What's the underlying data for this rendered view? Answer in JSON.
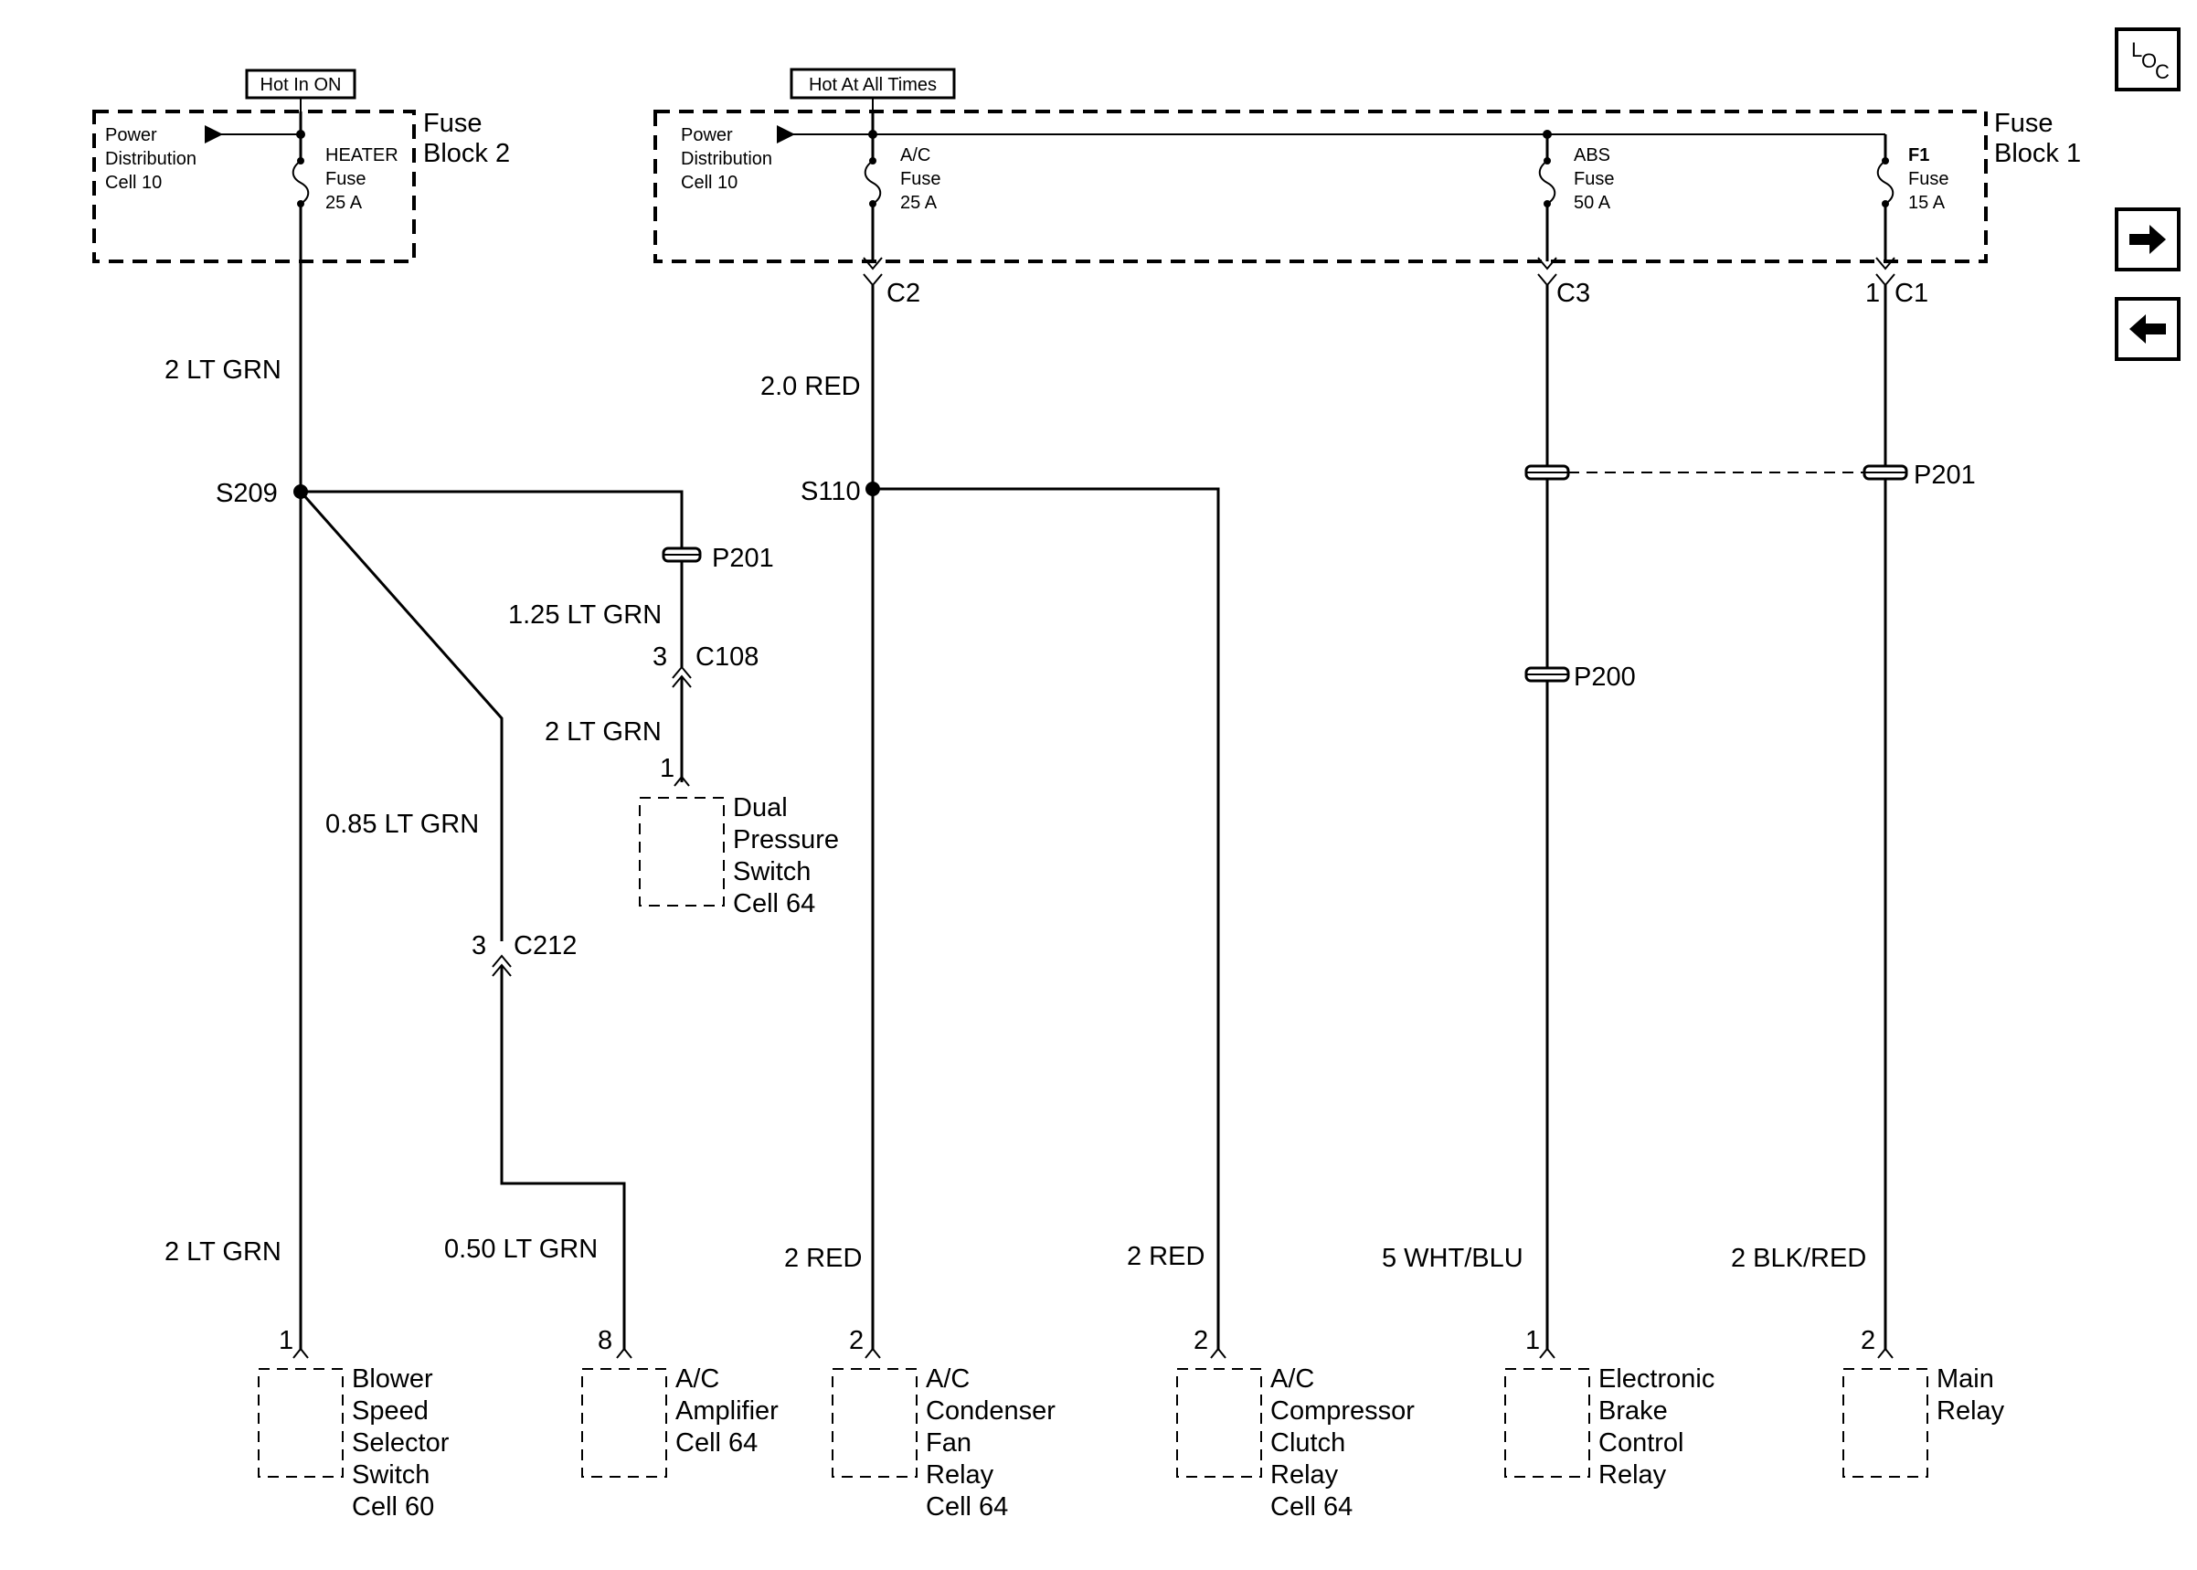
{
  "hot_labels": {
    "left": "Hot In ON",
    "right": "Hot At All Times"
  },
  "fuse_block2": {
    "title_line1": "Fuse",
    "title_line2": "Block 2",
    "pd_line1": "Power",
    "pd_line2": "Distribution",
    "pd_line3": "Cell 10",
    "fuse_name": "HEATER",
    "fuse_word": "Fuse",
    "fuse_amp": "25 A"
  },
  "fuse_block1": {
    "title_line1": "Fuse",
    "title_line2": "Block 1",
    "pd_line1": "Power",
    "pd_line2": "Distribution",
    "pd_line3": "Cell 10",
    "fuses": [
      {
        "name": "A/C",
        "word": "Fuse",
        "amp": "25 A"
      },
      {
        "name": "ABS",
        "word": "Fuse",
        "amp": "50 A"
      },
      {
        "name": "F1",
        "word": "Fuse",
        "amp": "15 A"
      }
    ]
  },
  "connectors": {
    "c2": "C2",
    "c3": "C3",
    "c1": "C1",
    "c1_pin": "1",
    "c108": "C108",
    "c108_pin": "3",
    "c212": "C212",
    "c212_pin": "3"
  },
  "splices": {
    "s209": "S209",
    "s110": "S110"
  },
  "passthrough": {
    "p201_left": "P201",
    "p201_right": "P201",
    "p200": "P200"
  },
  "wires": {
    "w1": "2 LT GRN",
    "w2": "1.25 LT GRN",
    "w3": "2 LT GRN",
    "w4": "0.85 LT GRN",
    "w5": "2 LT GRN",
    "w6": "0.50 LT GRN",
    "w7": "2.0 RED",
    "w8": "2 RED",
    "w9": "2 RED",
    "w10": "5 WHT/BLU",
    "w11": "2 BLK/RED"
  },
  "dps": {
    "pin": "1",
    "line1": "Dual",
    "line2": "Pressure",
    "line3": "Switch",
    "line4": "Cell 64"
  },
  "components": [
    {
      "pin": "1",
      "lines": [
        "Blower",
        "Speed",
        "Selector",
        "Switch",
        "Cell 60"
      ]
    },
    {
      "pin": "8",
      "lines": [
        "A/C",
        "Amplifier",
        "Cell 64",
        "",
        ""
      ]
    },
    {
      "pin": "2",
      "lines": [
        "A/C",
        "Condenser",
        "Fan",
        "Relay",
        "Cell 64"
      ]
    },
    {
      "pin": "2",
      "lines": [
        "A/C",
        "Compressor",
        "Clutch",
        "Relay",
        "Cell 64"
      ]
    },
    {
      "pin": "1",
      "lines": [
        "Electronic",
        "Brake",
        "Control",
        "Relay",
        ""
      ]
    },
    {
      "pin": "2",
      "lines": [
        "Main",
        "Relay",
        "",
        "",
        ""
      ]
    }
  ],
  "nav": {
    "loc_l": "L",
    "loc_o": "O",
    "loc_c": "C",
    "forward_icon": "arrow-right-icon",
    "back_icon": "arrow-left-icon"
  }
}
